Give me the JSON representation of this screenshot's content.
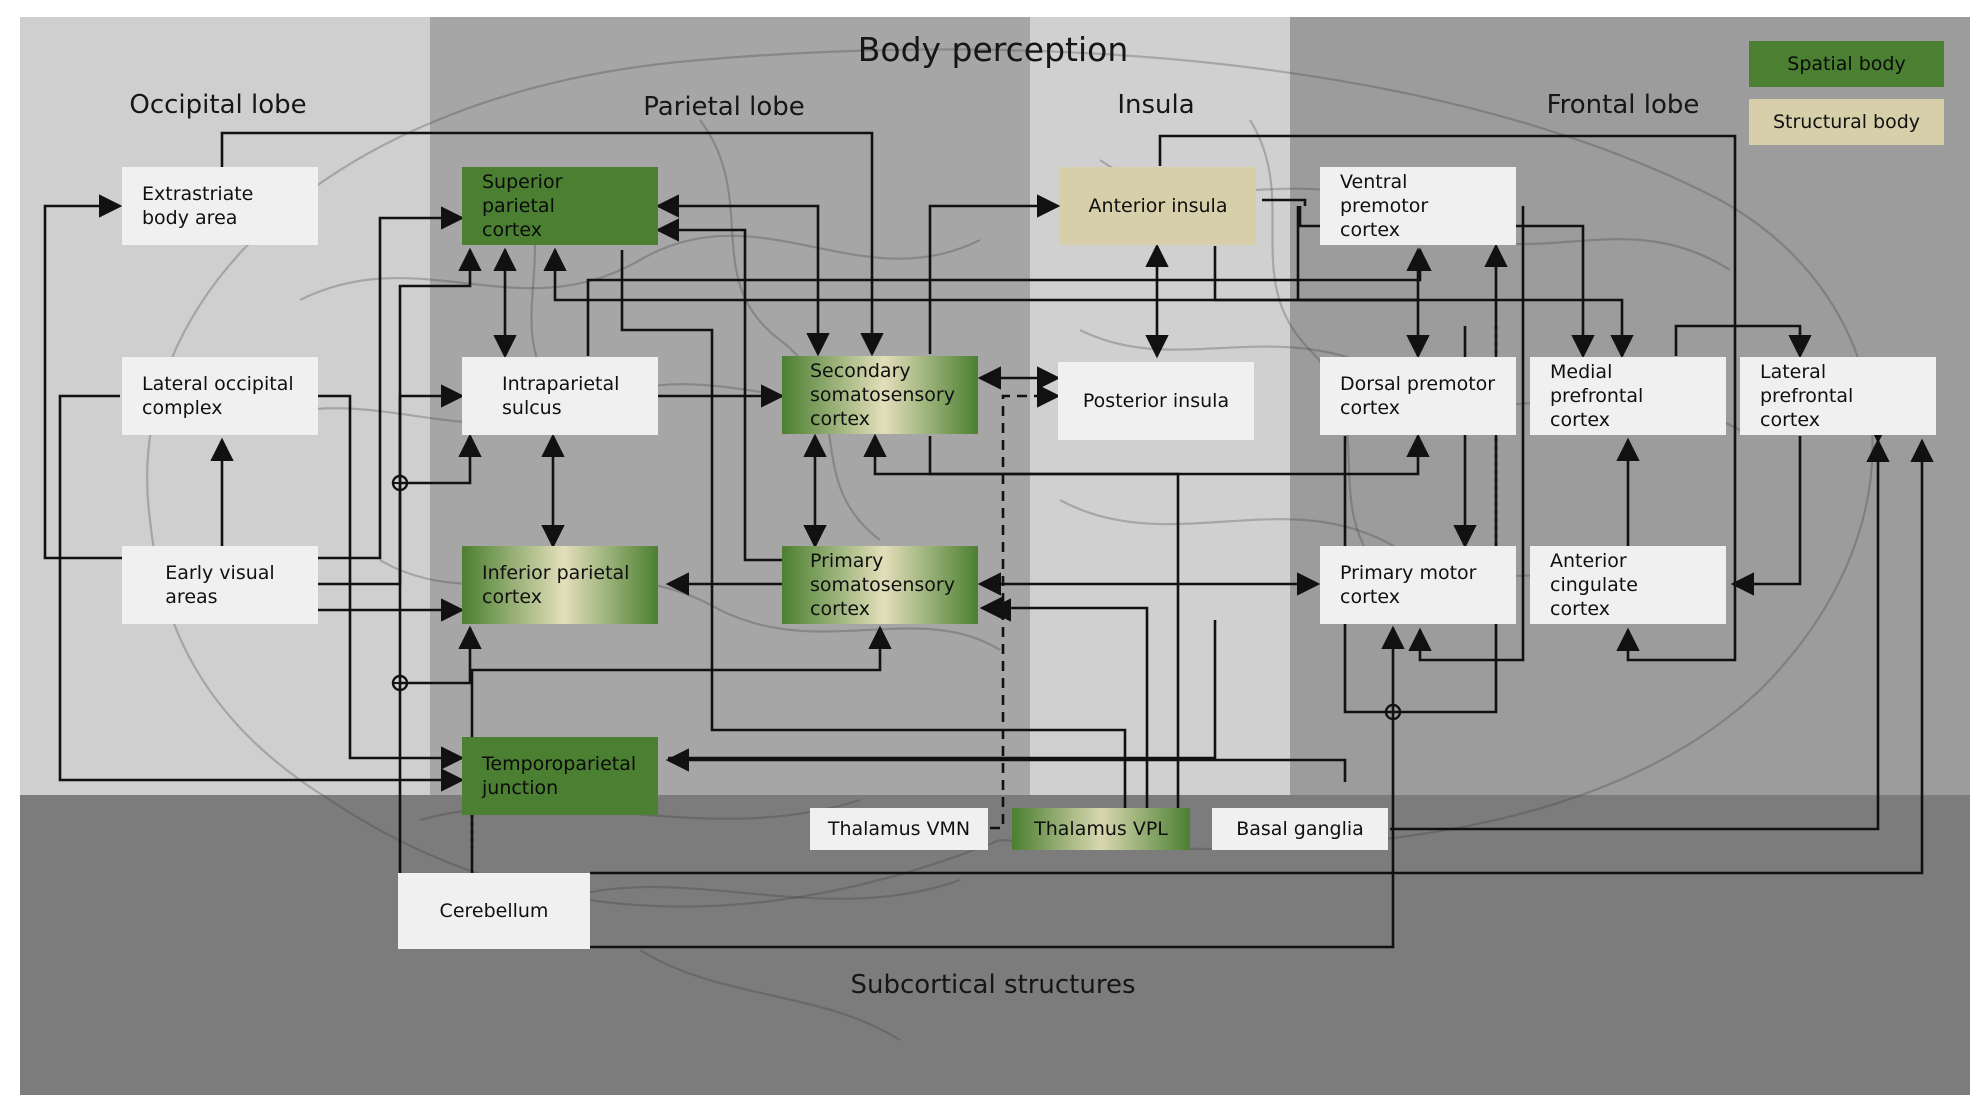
{
  "title": "Body perception",
  "regions": {
    "occipital": "Occipital lobe",
    "parietal": "Parietal lobe",
    "insula": "Insula",
    "frontal": "Frontal lobe",
    "subcortical": "Subcortical structures"
  },
  "legend": {
    "spatial": "Spatial body",
    "structural": "Structural body"
  },
  "colors": {
    "spatial": "#4b7f31",
    "structural": "#d6cfaa",
    "box": "#f0f0f0",
    "line": "#111111"
  },
  "nodes": {
    "eba": "Extrastriate\nbody area",
    "loc": "Lateral occipital\ncomplex",
    "eva": "Early visual\nareas",
    "spc": "Superior parietal\ncortex",
    "ips": "Intraparietal\nsulcus",
    "ipc": "Inferior parietal\ncortex",
    "tpj": "Temporoparietal\njunction",
    "s2": "Secondary\nsomatosensory\ncortex",
    "s1": "Primary\nsomatosensory\ncortex",
    "ai": "Anterior insula",
    "pi": "Posterior insula",
    "vpm": "Ventral premotor\ncortex",
    "dpm": "Dorsal premotor\ncortex",
    "m1": "Primary motor\ncortex",
    "mpfc": "Medial prefrontal\ncortex",
    "lpfc": "Lateral prefrontal\ncortex",
    "acc": "Anterior cingulate\ncortex",
    "vmn": "Thalamus VMN",
    "vpl": "Thalamus VPL",
    "bg": "Basal ganglia",
    "cer": "Cerebellum"
  }
}
